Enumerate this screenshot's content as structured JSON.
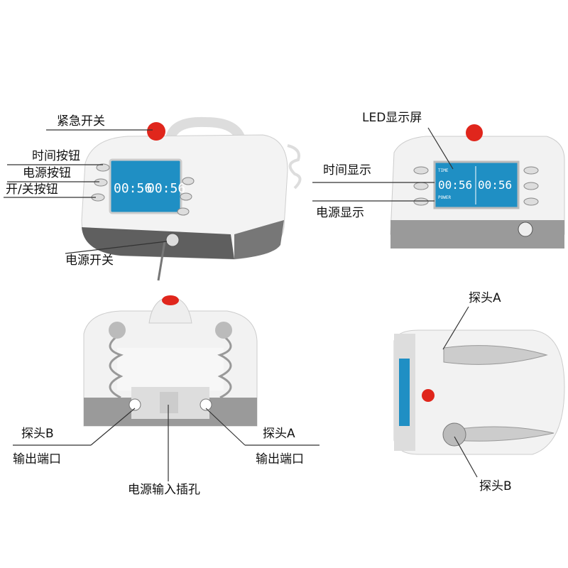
{
  "colors": {
    "screen": "#1f8fc4",
    "body": "#f2f2f2",
    "base": "#8a8a8a",
    "emergency": "#e0261c"
  },
  "display": {
    "time_label": "TIME",
    "time_value": "00:56",
    "power_label": "POWER"
  },
  "views": {
    "front_angle": {
      "labels": [
        "紧急开关",
        "时间按钮",
        "电源按钮",
        "开/关按钮",
        "电源开关"
      ]
    },
    "front": {
      "labels": [
        "LED显示屏",
        "时间显示",
        "电源显示"
      ]
    },
    "back": {
      "labels": [
        "探头B",
        "输出端口",
        "探头A",
        "输出端口",
        "电源输入插孔"
      ]
    },
    "top": {
      "labels": [
        "探头A",
        "探头B"
      ]
    }
  }
}
